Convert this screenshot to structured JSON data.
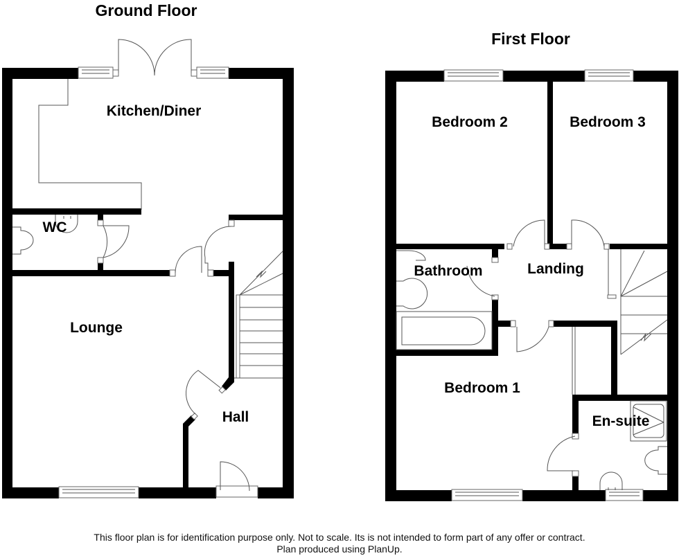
{
  "floors": [
    {
      "title": "Ground Floor",
      "rooms": [
        {
          "name": "Kitchen/Diner"
        },
        {
          "name": "WC"
        },
        {
          "name": "Lounge"
        },
        {
          "name": "Hall"
        }
      ]
    },
    {
      "title": "First Floor",
      "rooms": [
        {
          "name": "Bedroom 2"
        },
        {
          "name": "Bedroom 3"
        },
        {
          "name": "Bathroom"
        },
        {
          "name": "Landing"
        },
        {
          "name": "Bedroom 1"
        },
        {
          "name": "En-suite"
        }
      ]
    }
  ],
  "disclaimer": {
    "line1": "This floor plan is for identification purpose only. Not to scale. Its is not intended to form part of any offer or contract.",
    "line2": "Plan produced using PlanUp."
  },
  "colors": {
    "wall": "#000000",
    "background": "#ffffff",
    "fixture_line": "#555555"
  }
}
